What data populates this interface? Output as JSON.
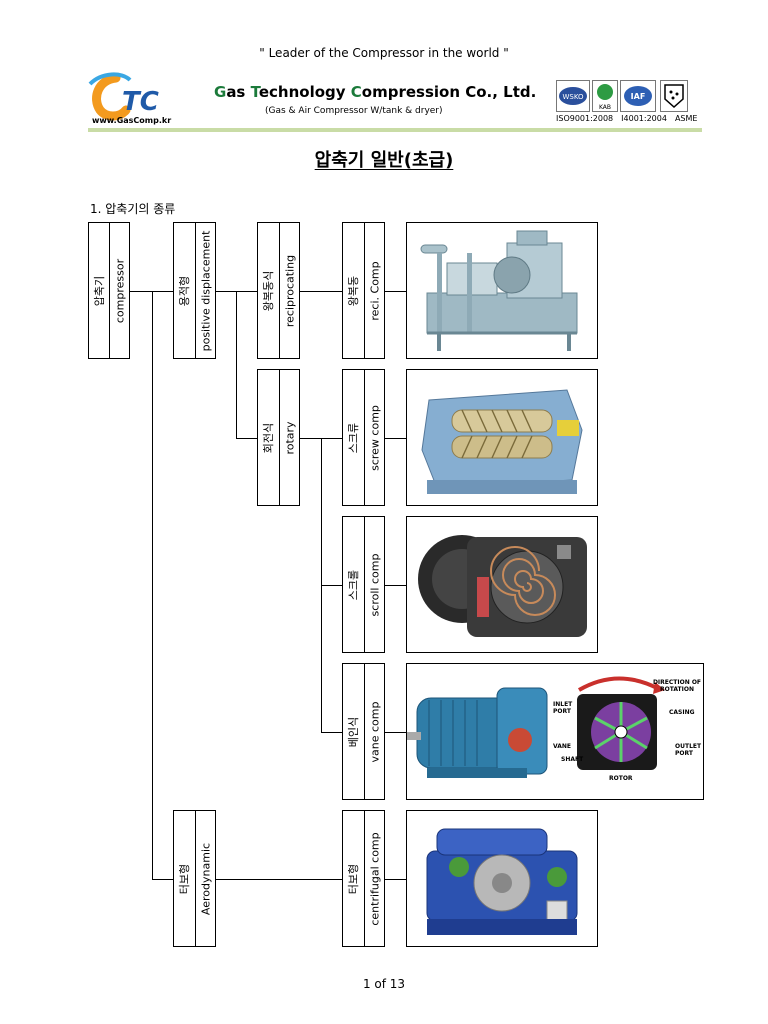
{
  "header": {
    "tagline": "\" Leader of the Compressor in the world \"",
    "logo_url": "www.GasComp.kr",
    "company": {
      "g": "G",
      "as": "as ",
      "t": "T",
      "echnology": "echnology ",
      "c": "C",
      "ompression": "ompression Co., Ltd."
    },
    "company_sub": "(Gas & Air Compressor W/tank & dryer)",
    "certs": [
      "ISO9001:2008",
      "I4001:2004",
      "ASME"
    ],
    "cert_logos": [
      "WSKO",
      "KAB",
      "IAF"
    ]
  },
  "title": "압축기 일반(초급)",
  "section_heading": "1. 압축기의 종류",
  "tree": {
    "root": {
      "ko": "압축기",
      "en": "compressor"
    },
    "positive": {
      "ko": "용적형",
      "en": "positive displacement"
    },
    "aero": {
      "ko": "터보형",
      "en": "Aerodynamic"
    },
    "recip": {
      "ko": "왕복동식",
      "en": "reciprocating"
    },
    "rotary": {
      "ko": "회전식",
      "en": "rotary"
    },
    "leaf_recip": {
      "ko": "왕복동",
      "en": "reci. Comp"
    },
    "leaf_screw": {
      "ko": "스크류",
      "en": "screw comp"
    },
    "leaf_scroll": {
      "ko": "스크롤",
      "en": "scroll comp"
    },
    "leaf_vane": {
      "ko": "베인식",
      "en": "vane comp"
    },
    "leaf_centrifugal": {
      "ko": "터보형",
      "en": "centrifugal comp"
    }
  },
  "vane_diagram": {
    "direction": "DIRECTION OF",
    "rotation": "ROTATION",
    "inlet": "INLET",
    "inlet_port": "PORT",
    "casing": "CASING",
    "outlet": "OUTLET",
    "outlet_port": "PORT",
    "vane": "VANE",
    "shaft": "SHAFT",
    "rotor": "ROTOR"
  },
  "footer": {
    "page": "1 of 13"
  }
}
